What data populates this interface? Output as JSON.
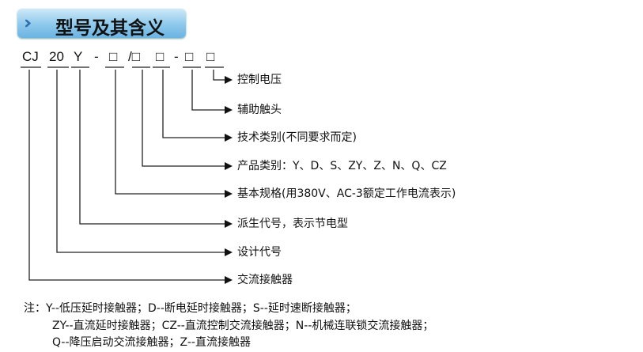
{
  "title": "型号及其含义",
  "code": [
    "CJ",
    "20",
    "Y",
    "-",
    "□",
    "/□",
    "□",
    "-",
    "□",
    "□"
  ],
  "labels": [
    "控制电压",
    "辅助触头",
    "技术类别(不同要求而定)",
    "产品类别：Y、D、S、ZY、Z、N、Q、CZ",
    "基本规格(用380V、AC-3额定工作电流表示)",
    "派生代号，表示节电型",
    "设计代号",
    "交流接触器"
  ],
  "notes": [
    "注：Y--低压延时接触器；D--断电延时接触器；S--延时速断接触器；",
    "ZY--直流延时接触器；CZ--直流控制交流接触器；N--机械连联锁交流接触器；",
    "Q--降压启动交流接触器；Z--直流接触器"
  ]
}
